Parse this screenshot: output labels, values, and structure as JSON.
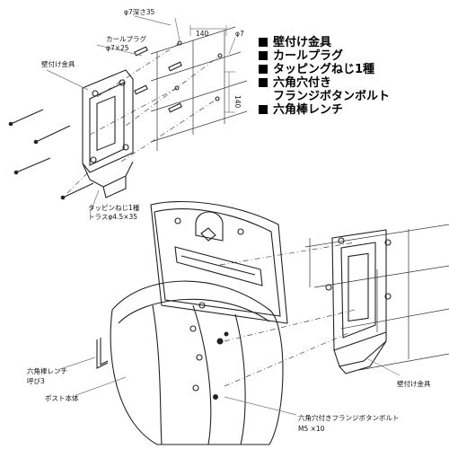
{
  "legend": {
    "items": [
      {
        "text": "壁付け金具"
      },
      {
        "text": "カールプラグ"
      },
      {
        "text": "タッピングねじ1種"
      },
      {
        "text": "六角穴付き",
        "cont": "フランジボタンボルト"
      },
      {
        "text": "六角棒レンチ"
      }
    ]
  },
  "labels": {
    "drill_depth": "φ7深さ35",
    "curl_plug": "カールプラグ",
    "curl_plug_size": "φ7×25",
    "dim_width": "140",
    "dim_diameter": "φ7",
    "dim_height": "140",
    "bracket_top": "壁付け金具",
    "screw_name": "タッピンねじ1種",
    "screw_size": "トラスφ4.5×35",
    "hex_wrench": "六角棒レンチ",
    "hex_wrench_size": "呼び3",
    "post_body": "ポスト本体",
    "bracket_right": "壁付け金具",
    "bolt_name": "六角穴付きフランジボタンボルト",
    "bolt_size": "M5 ×10"
  }
}
